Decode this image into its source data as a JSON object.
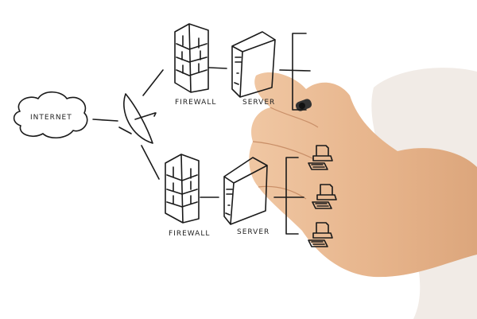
{
  "diagram": {
    "cloud_label": "INTERNET",
    "top": {
      "firewall_label": "FIREWALL",
      "server_label": "SERVER"
    },
    "bottom": {
      "firewall_label": "FIREWALL",
      "server_label": "SERVER"
    }
  },
  "colors": {
    "ink": "#1a1a1a",
    "skin": "#e9b891",
    "sleeve": "#f1ebe6",
    "background": "#ffffff"
  }
}
